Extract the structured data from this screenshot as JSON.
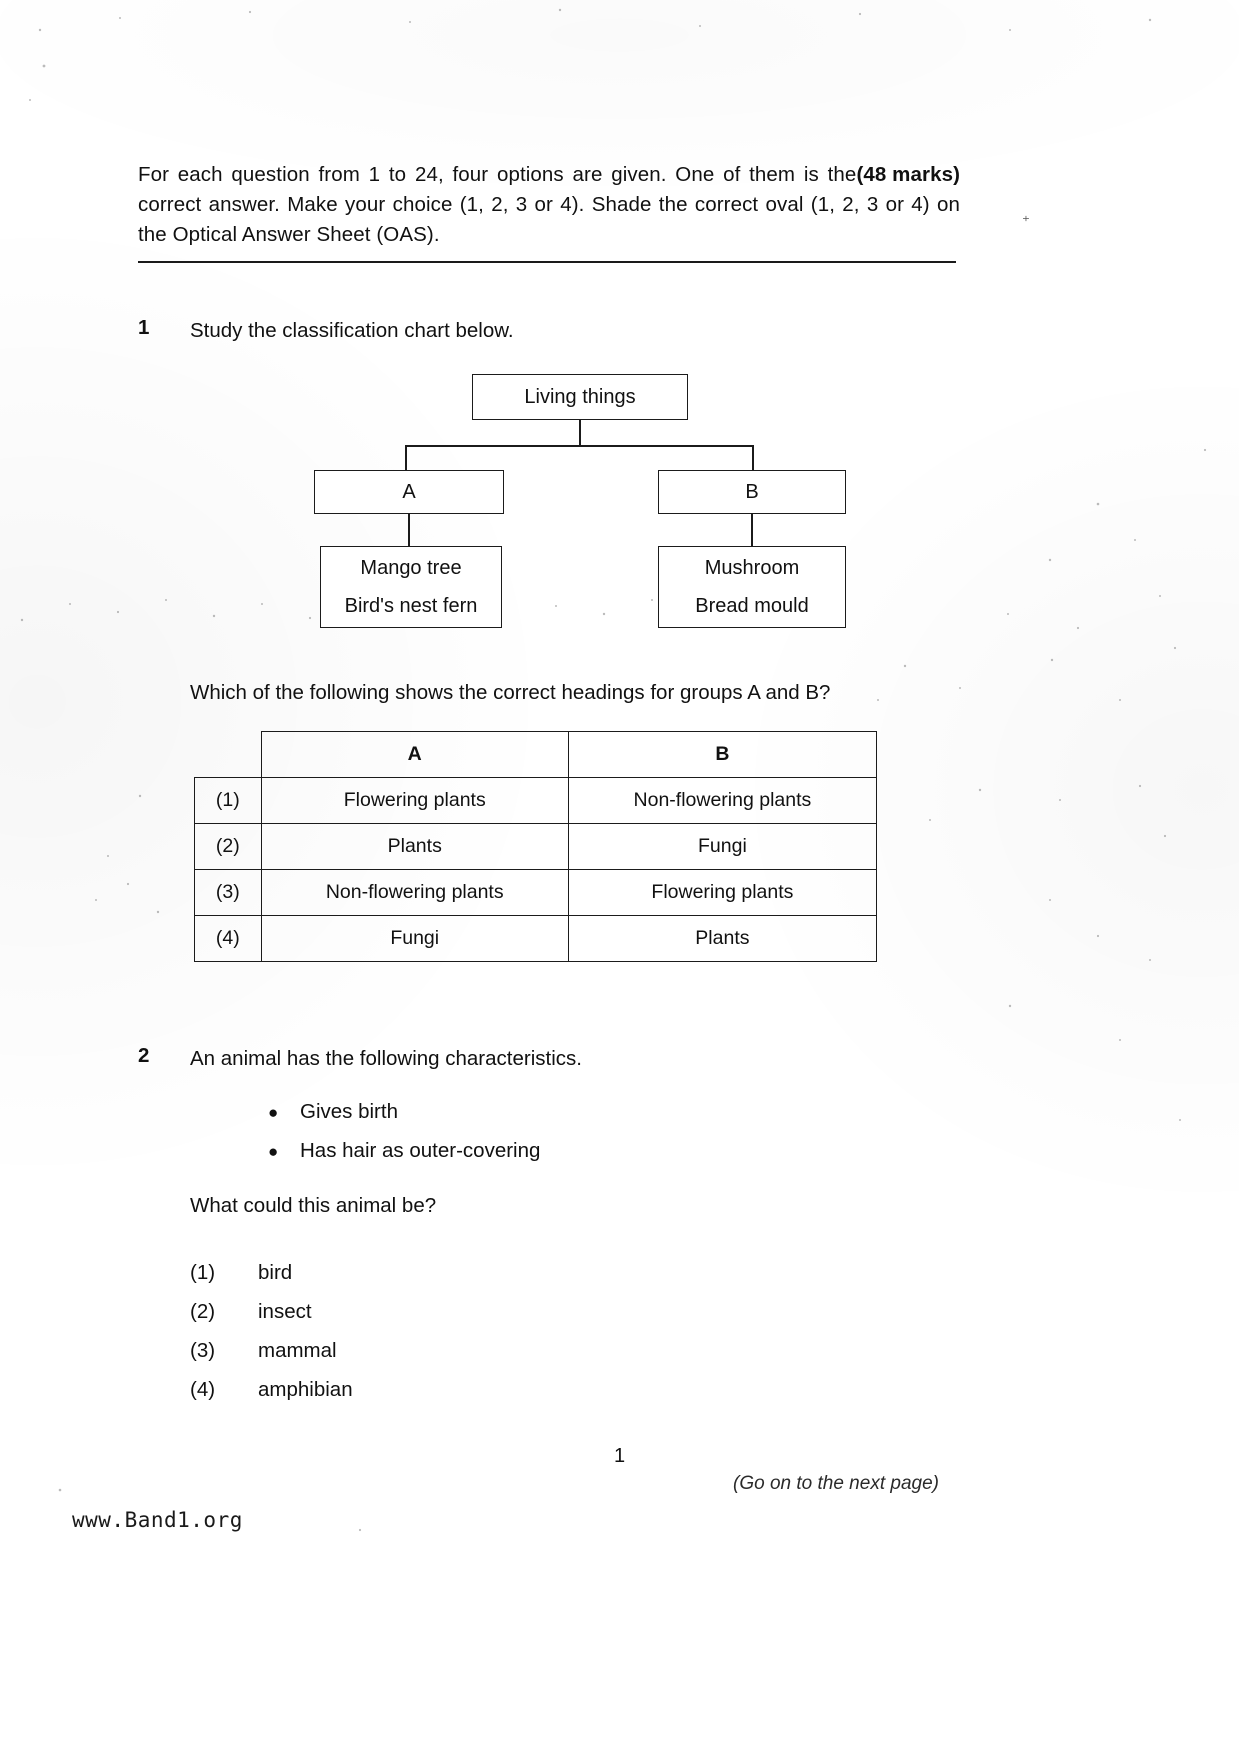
{
  "instructions": {
    "body": "For each question from 1 to 24, four options are given. One of them is the correct answer. Make your choice (1, 2, 3 or 4). Shade the correct oval (1, 2, 3 or 4) on the Optical Answer Sheet (OAS).",
    "marks": "(48 marks)"
  },
  "questions": [
    {
      "number": "1",
      "stem": "Study the classification chart below.",
      "followup": "Which of the following shows the correct headings for groups A and B?",
      "chart": {
        "root": "Living things",
        "group_a": "A",
        "group_b": "B",
        "leaf_a_line1": "Mango tree",
        "leaf_a_line2": "Bird's nest fern",
        "leaf_b_line1": "Mushroom",
        "leaf_b_line2": "Bread mould"
      },
      "table": {
        "header_a": "A",
        "header_b": "B",
        "rows": [
          {
            "label": "(1)",
            "a": "Flowering plants",
            "b": "Non-flowering plants"
          },
          {
            "label": "(2)",
            "a": "Plants",
            "b": "Fungi"
          },
          {
            "label": "(3)",
            "a": "Non-flowering plants",
            "b": "Flowering plants"
          },
          {
            "label": "(4)",
            "a": "Fungi",
            "b": "Plants"
          }
        ]
      }
    },
    {
      "number": "2",
      "stem": "An animal has the following characteristics.",
      "bullets": [
        "Gives birth",
        "Has hair as outer-covering"
      ],
      "followup": "What could this animal be?",
      "options": [
        {
          "label": "(1)",
          "text": "bird"
        },
        {
          "label": "(2)",
          "text": "insect"
        },
        {
          "label": "(3)",
          "text": "mammal"
        },
        {
          "label": "(4)",
          "text": "amphibian"
        }
      ]
    }
  ],
  "footer": {
    "page_number": "1",
    "go_on": "(Go on to the next page)",
    "watermark": "www.Band1.org"
  },
  "bullet_glyph": "●"
}
